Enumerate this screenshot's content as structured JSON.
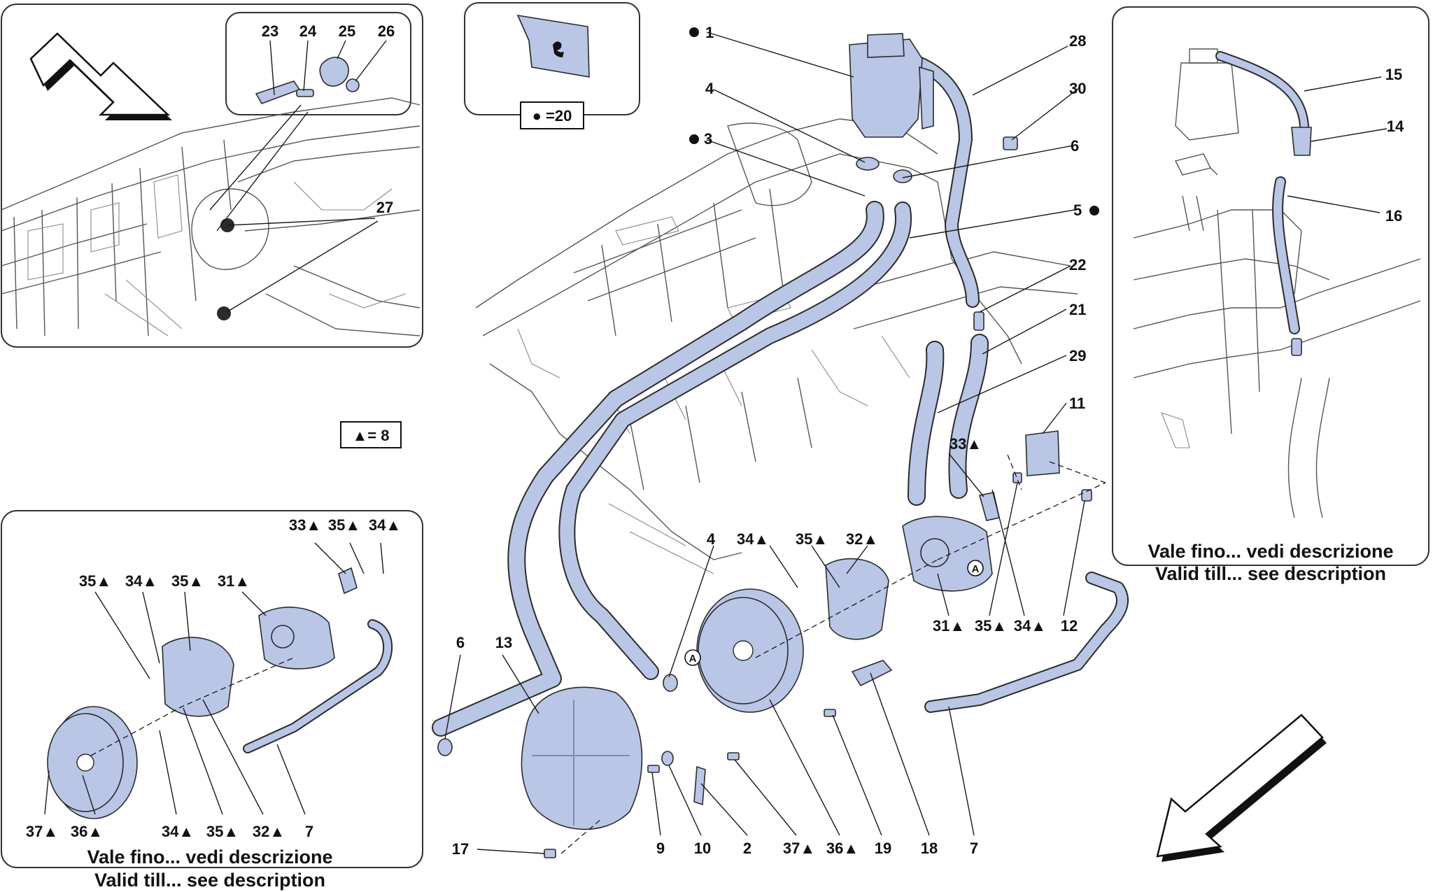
{
  "colors": {
    "part_fill": "#b9c6e6",
    "line": "#2b2b2b",
    "background": "#ffffff"
  },
  "legends": {
    "circle_eq": "● =20",
    "triangle_eq": "▲= 8"
  },
  "notes": {
    "valid_till_it": "Vale fino... vedi descrizione",
    "valid_till_en": "Valid till... see description"
  },
  "icons": {
    "flag": "ferrari-prancing-horse-flag-icon",
    "direction": "direction-arrow-icon",
    "view_marker": "view-A-marker-icon"
  },
  "callouts": {
    "c1": "1",
    "c2": "2",
    "c3": "3",
    "c4": "4",
    "c5": "5",
    "c6": "6",
    "c7": "7",
    "c9": "9",
    "c10": "10",
    "c11": "11",
    "c12": "12",
    "c13": "13",
    "c14": "14",
    "c15": "15",
    "c16": "16",
    "c17": "17",
    "c18": "18",
    "c19": "19",
    "c21": "21",
    "c22": "22",
    "c23": "23",
    "c24": "24",
    "c25": "25",
    "c26": "26",
    "c27": "27",
    "c28": "28",
    "c29": "29",
    "c30": "30",
    "c31t": "31▲",
    "c32t": "32▲",
    "c33t": "33▲",
    "c34t": "34▲",
    "c35t": "35▲",
    "c36t": "36▲",
    "c37t": "37▲",
    "view_a": "A"
  }
}
